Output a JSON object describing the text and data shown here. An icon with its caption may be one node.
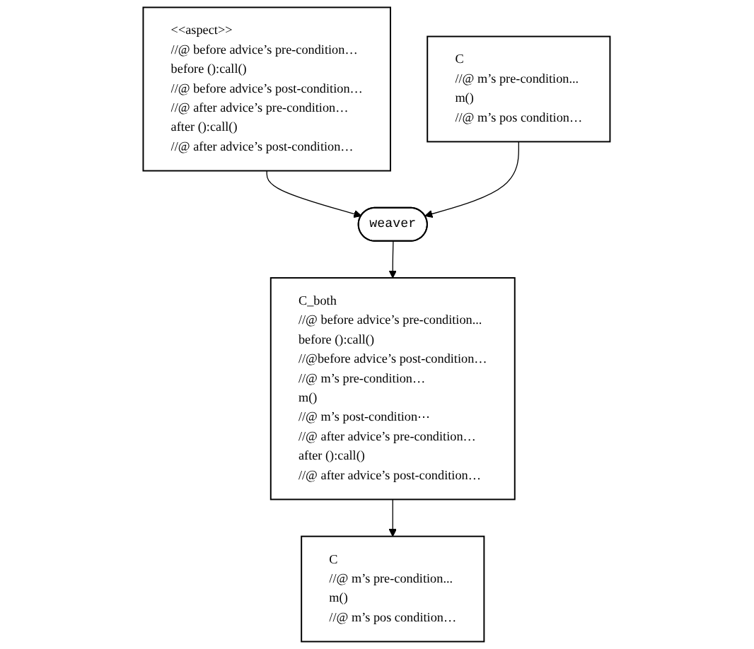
{
  "diagram": {
    "nodes": [
      {
        "text": [
          "<<aspect>>",
          "//@ before advice’s pre-condition…",
          "before ():call()",
          "//@ before advice’s post-condition…",
          "//@ after advice’s pre-condition…",
          "after ():call()",
          "//@ after advice’s post-condition…"
        ]
      },
      {
        "text": [
          "C",
          "//@ m’s pre-condition...",
          "m()",
          "//@ m’s pos condition…"
        ]
      },
      {
        "text": [
          "weaver"
        ]
      },
      {
        "text": [
          "C_both",
          "//@ before advice’s pre-condition...",
          "before ():call()",
          "//@before advice’s post-condition…",
          "//@ m’s pre-condition…",
          "m()",
          "//@ m’s post-condition⋯",
          "//@ after advice’s pre-condition…",
          "after ():call()",
          "//@ after advice’s post-condition…"
        ]
      },
      {
        "text": [
          "C",
          "//@ m’s pre-condition...",
          "m()",
          "//@ m’s pos condition…"
        ]
      }
    ],
    "edges": [
      {
        "from": 0,
        "to": 2,
        "arrow": "to"
      },
      {
        "from": 1,
        "to": 2,
        "arrow": "to"
      },
      {
        "from": 2,
        "to": 3,
        "arrow": "to"
      },
      {
        "from": 3,
        "to": 4,
        "arrow": "to"
      }
    ]
  }
}
